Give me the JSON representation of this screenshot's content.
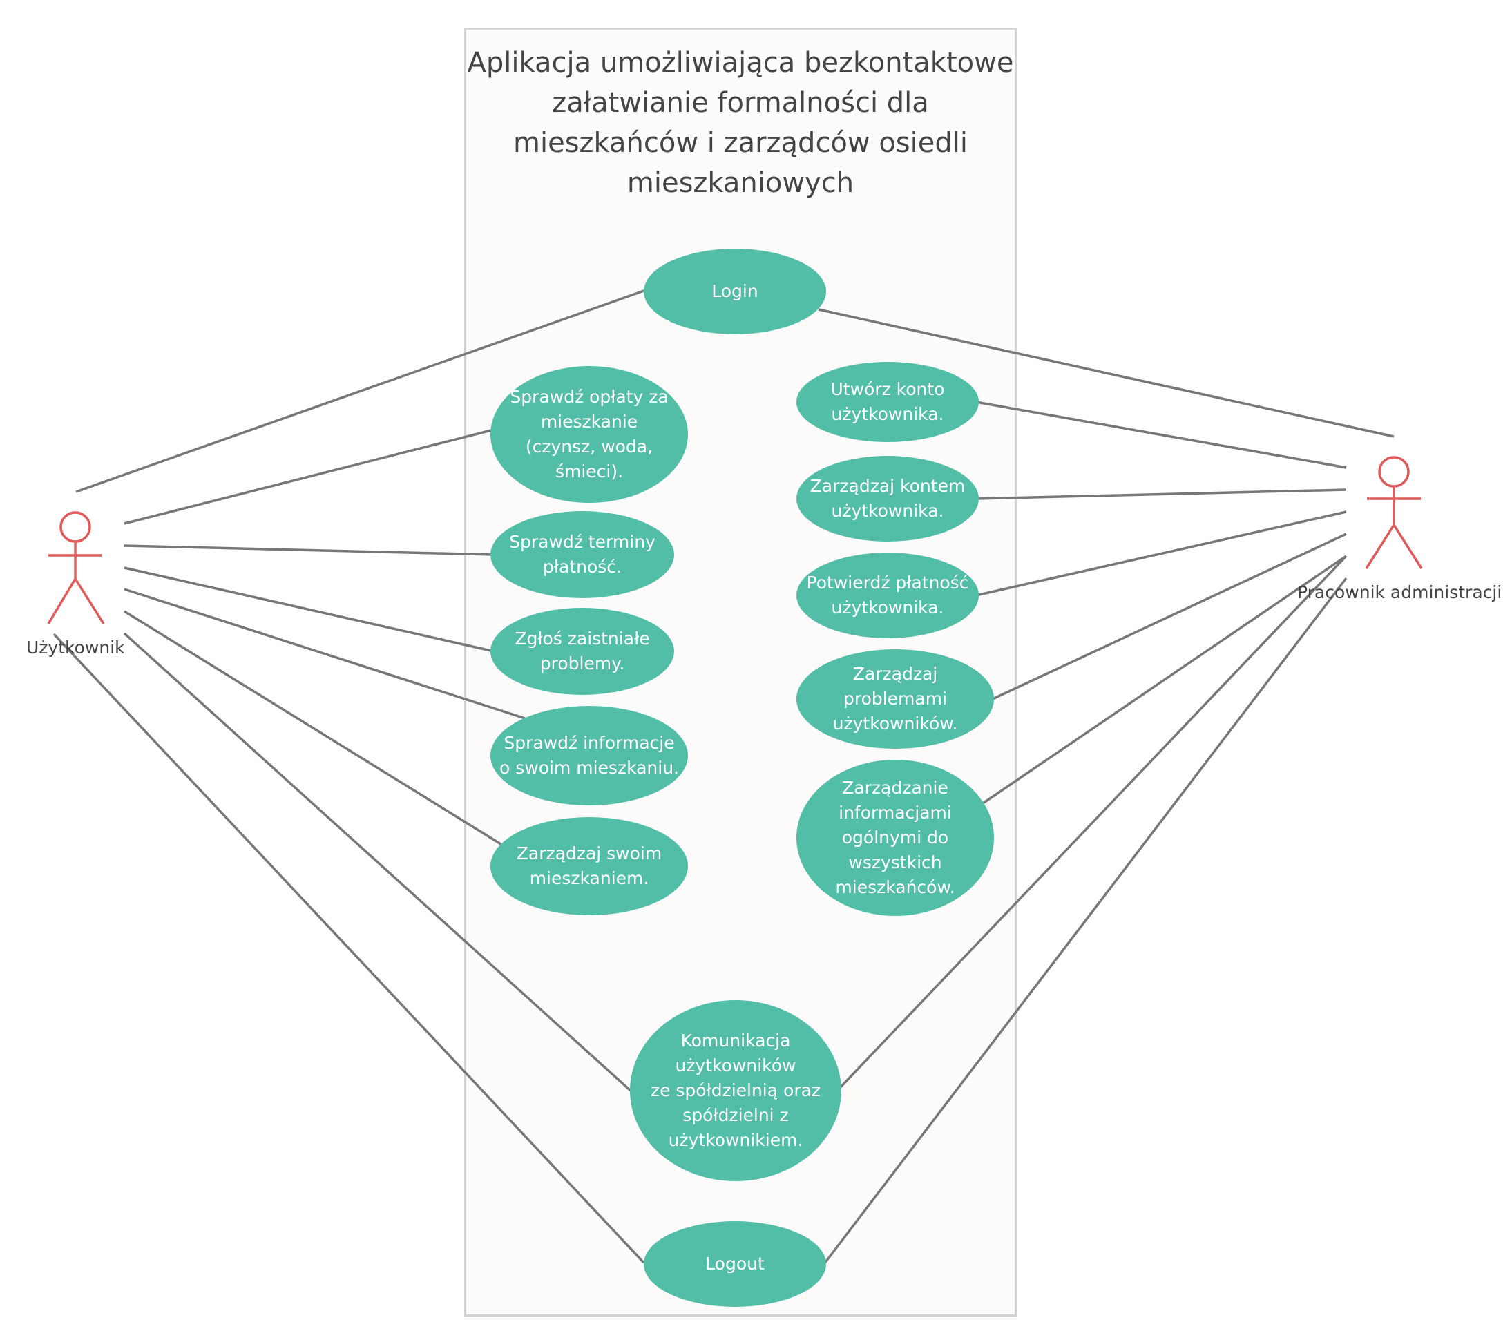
{
  "system": {
    "title_lines": [
      "Aplikacja umożliwiająca bezkontaktowe",
      "załatwianie formalności dla",
      "mieszkańców i zarządców osiedli",
      "mieszkaniowych"
    ]
  },
  "actors": {
    "user": {
      "label": "Użytkownik"
    },
    "admin": {
      "label": "Pracownik administracji"
    }
  },
  "use_cases": {
    "login": "Login",
    "check_fees": "Sprawdź opłaty za\nmieszkanie\n(czynsz, woda,\nśmieci).",
    "check_deadlines": "Sprawdź terminy\npłatność.",
    "report_problems": "Zgłoś zaistniałe\nproblemy.",
    "check_info": "Sprawdź informacje\no swoim mieszkaniu.",
    "manage_flat": "Zarządzaj swoim\nmieszkaniem.",
    "create_account": "Utwórz konto\nużytkownika.",
    "manage_account": "Zarządzaj kontem\nużytkownika.",
    "confirm_payment": "Potwierdź płatność\nużytkownika.",
    "manage_problems": "Zarządzaj problemami\nużytkowników.",
    "manage_general_info": "Zarządzanie\ninformacjami\nogólnymi do\nwszystkich\nmieszkańców.",
    "communication": "Komunikacja\nużytkowników\nze spółdzielnią oraz\nspółdzielni z\nużytkownikiem.",
    "logout": "Logout"
  },
  "colors": {
    "use_case_fill": "#52bea8",
    "actor_stroke": "#e05a5a",
    "association_line": "#777777",
    "system_border": "#d3d3d3"
  }
}
